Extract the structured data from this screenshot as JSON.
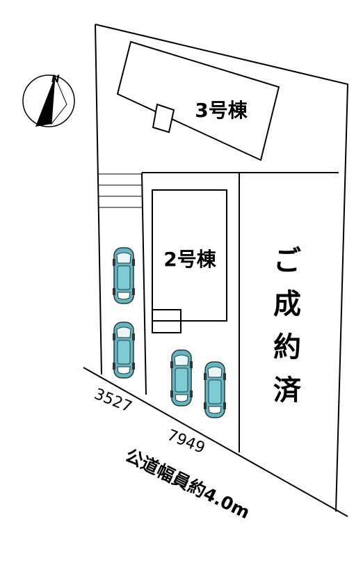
{
  "compass": {
    "north_label": "N"
  },
  "buildings": {
    "unit3": {
      "label": "3号棟"
    },
    "unit2": {
      "label": "2号棟"
    }
  },
  "sold": {
    "chars": [
      "ご",
      "成",
      "約",
      "済"
    ]
  },
  "dimensions": {
    "frontage_left": "3527",
    "frontage_right": "7949"
  },
  "road": {
    "label": "公道幅員約4.0m"
  },
  "colors": {
    "car_body": "#5bb8c4",
    "car_window": "#ffffff",
    "line": "#000000"
  }
}
